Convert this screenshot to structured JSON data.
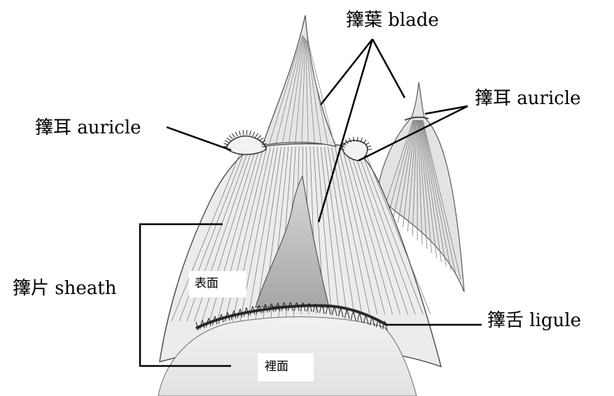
{
  "labels": {
    "blade": "籜葉 blade",
    "auricle_left": "籜耳 auricle",
    "auricle_right": "籜耳 auricle",
    "sheath": "籜片 sheath",
    "ligule": "籜舌 ligule",
    "outer_surface": "表面",
    "inner_surface": "裡面"
  }
}
